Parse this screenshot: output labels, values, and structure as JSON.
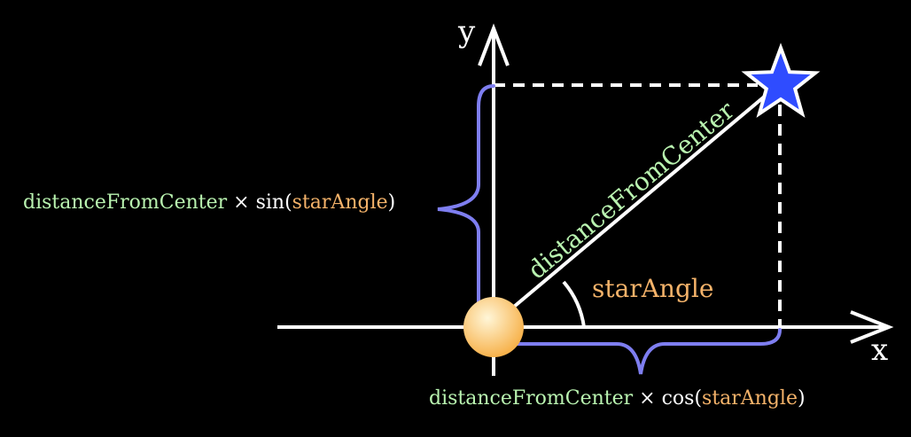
{
  "colors": {
    "background": "#000000",
    "axis": "#ffffff",
    "variable_name": "#b9f3b0",
    "angle_name": "#f5b36a",
    "operator_text": "#ffffff",
    "brace": "#7e7ef0",
    "star_fill": "#2f4cff",
    "star_stroke": "#ffffff",
    "sun_light": "#fff6d8",
    "sun_dark": "#f7b24c"
  },
  "icons": {
    "star": "star-icon",
    "sun": "sun-icon"
  },
  "axes": {
    "x_label": "x",
    "y_label": "y"
  },
  "labels": {
    "hypotenuse": "distanceFromCenter",
    "angle": "starAngle",
    "sin_term": {
      "variable": "distanceFromCenter",
      "operator": " × sin(",
      "angle": "starAngle",
      "close": ")"
    },
    "cos_term": {
      "variable": "distanceFromCenter",
      "operator": " × cos(",
      "angle": "starAngle",
      "close": ")"
    }
  }
}
